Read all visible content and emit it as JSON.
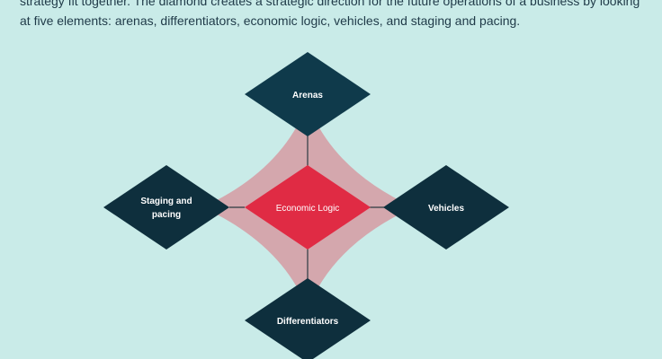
{
  "intro": {
    "text": "strategy fit together. The diamond creates a strategic direction for the future operations of a business by looking at five elements: arenas, differentiators, economic logic, vehicles, and staging and pacing."
  },
  "diagram": {
    "center": {
      "label": "Economic Logic"
    },
    "top": {
      "label": "Arenas"
    },
    "right": {
      "label": "Vehicles"
    },
    "bottom": {
      "label": "Differentiators"
    },
    "left": {
      "label_line1": "Staging and",
      "label_line2": "pacing"
    }
  },
  "colors": {
    "background": "#c9ebe8",
    "outer_nodes": "#0e2f3d",
    "top_node": "#0f3a4b",
    "center_node": "#e02b44",
    "connector_fill": "#d4a7ad",
    "text": "#1f3a48"
  }
}
